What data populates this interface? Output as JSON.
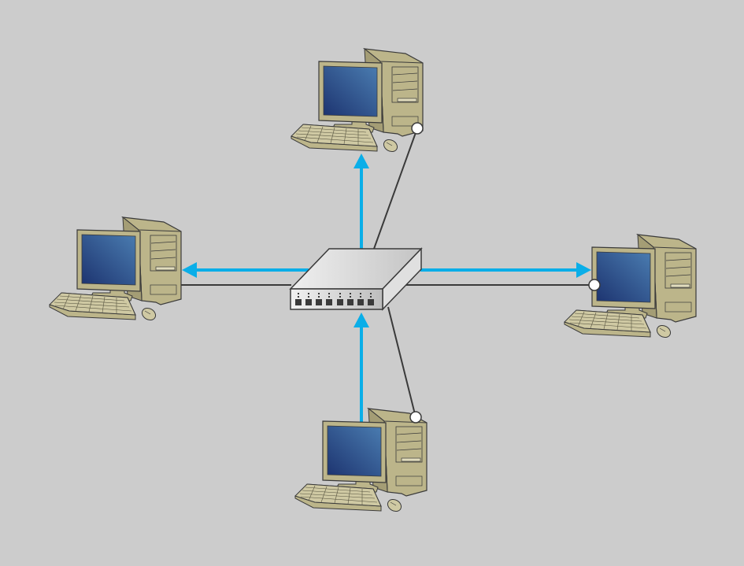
{
  "diagram": {
    "type": "star-network",
    "hub": {
      "icon": "network-switch-icon",
      "ports": 8
    },
    "nodes": [
      {
        "id": "pc-top",
        "icon": "desktop-computer-icon"
      },
      {
        "id": "pc-left",
        "icon": "desktop-computer-icon"
      },
      {
        "id": "pc-right",
        "icon": "desktop-computer-icon"
      },
      {
        "id": "pc-bottom",
        "icon": "desktop-computer-icon"
      }
    ],
    "flows": [
      {
        "from": "hub",
        "to": "pc-top"
      },
      {
        "from": "hub",
        "to": "pc-left"
      },
      {
        "from": "hub",
        "to": "pc-right"
      },
      {
        "from": "pc-bottom",
        "to": "hub"
      }
    ]
  },
  "colors": {
    "background": "#cccccc",
    "arrow": "#0aaee8",
    "cable": "#3a3a3a",
    "case": "#bcb58a",
    "screen": "#2a4f8a"
  }
}
